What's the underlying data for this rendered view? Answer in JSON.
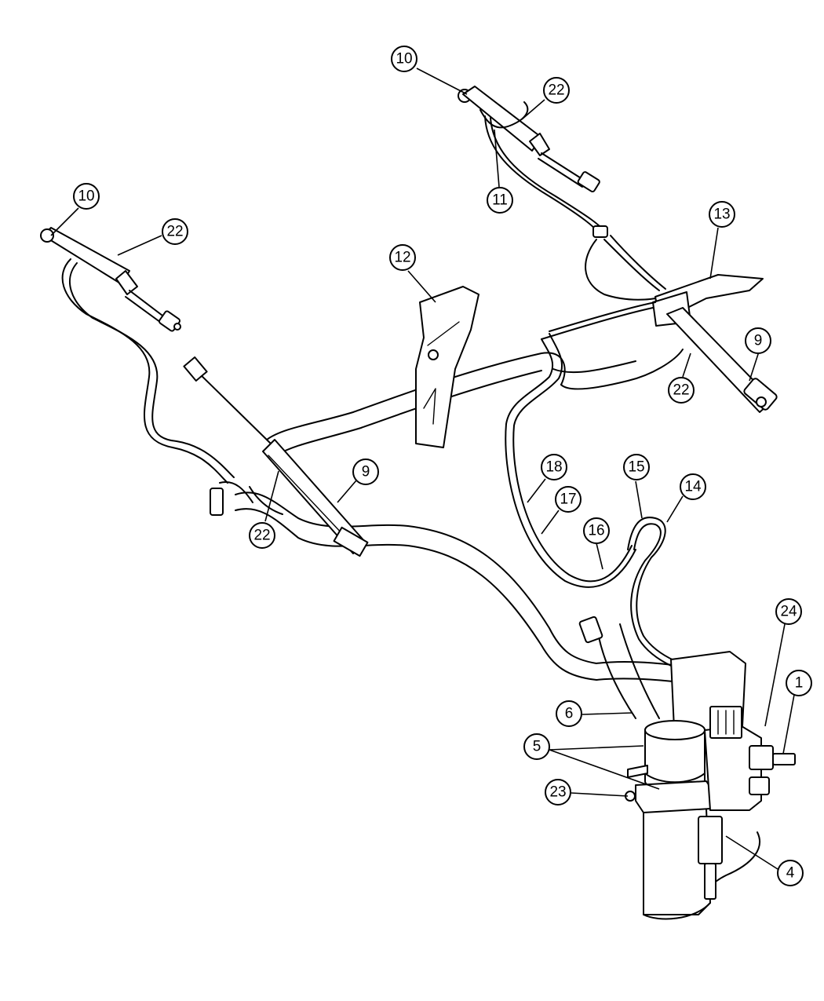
{
  "callouts": [
    {
      "id": "10",
      "label": "10"
    },
    {
      "id": "22",
      "label": "22"
    },
    {
      "id": "11",
      "label": "11"
    },
    {
      "id": "10",
      "label": "10"
    },
    {
      "id": "22",
      "label": "22"
    },
    {
      "id": "12",
      "label": "12"
    },
    {
      "id": "13",
      "label": "13"
    },
    {
      "id": "9",
      "label": "9"
    },
    {
      "id": "22",
      "label": "22"
    },
    {
      "id": "9",
      "label": "9"
    },
    {
      "id": "22",
      "label": "22"
    },
    {
      "id": "18",
      "label": "18"
    },
    {
      "id": "15",
      "label": "15"
    },
    {
      "id": "14",
      "label": "14"
    },
    {
      "id": "17",
      "label": "17"
    },
    {
      "id": "16",
      "label": "16"
    },
    {
      "id": "24",
      "label": "24"
    },
    {
      "id": "1",
      "label": "1"
    },
    {
      "id": "6",
      "label": "6"
    },
    {
      "id": "5",
      "label": "5"
    },
    {
      "id": "23",
      "label": "23"
    },
    {
      "id": "4",
      "label": "4"
    }
  ]
}
